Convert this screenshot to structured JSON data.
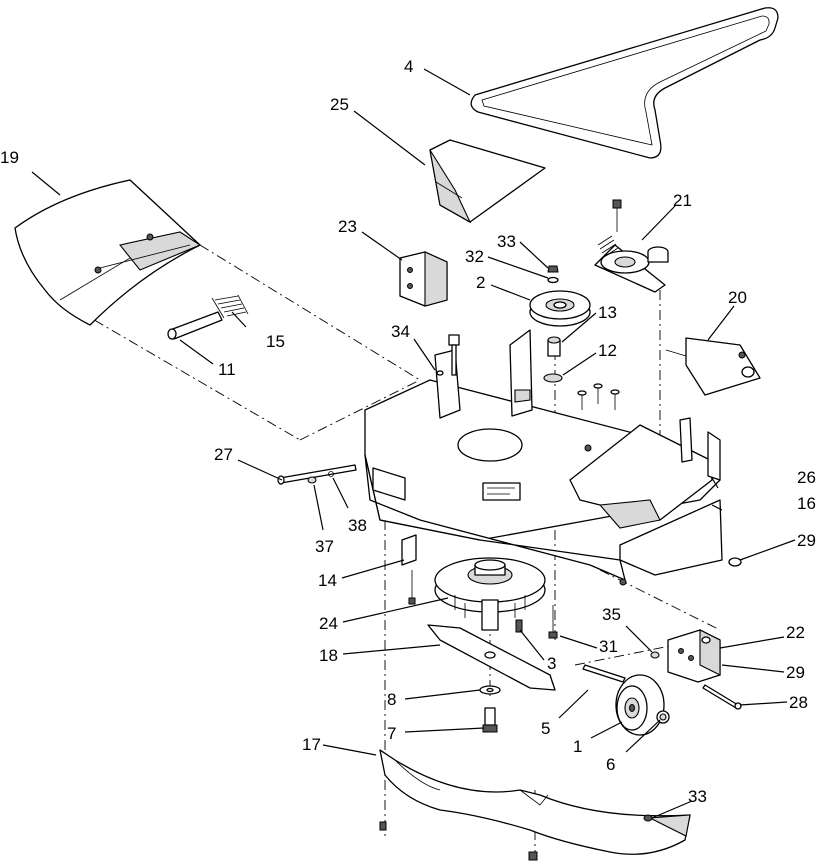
{
  "callouts": [
    {
      "id": "c1",
      "text": "1"
    },
    {
      "id": "c2",
      "text": "2"
    },
    {
      "id": "c3",
      "text": "3"
    },
    {
      "id": "c4",
      "text": "4"
    },
    {
      "id": "c5",
      "text": "5"
    },
    {
      "id": "c6",
      "text": "6"
    },
    {
      "id": "c7",
      "text": "7"
    },
    {
      "id": "c8",
      "text": "8"
    },
    {
      "id": "c11",
      "text": "11"
    },
    {
      "id": "c12",
      "text": "12"
    },
    {
      "id": "c13",
      "text": "13"
    },
    {
      "id": "c14",
      "text": "14"
    },
    {
      "id": "c15",
      "text": "15"
    },
    {
      "id": "c16",
      "text": "16"
    },
    {
      "id": "c17",
      "text": "17"
    },
    {
      "id": "c18",
      "text": "18"
    },
    {
      "id": "c19",
      "text": "19"
    },
    {
      "id": "c20",
      "text": "20"
    },
    {
      "id": "c21",
      "text": "21"
    },
    {
      "id": "c22",
      "text": "22"
    },
    {
      "id": "c23",
      "text": "23"
    },
    {
      "id": "c24",
      "text": "24"
    },
    {
      "id": "c25",
      "text": "25"
    },
    {
      "id": "c26",
      "text": "26"
    },
    {
      "id": "c27",
      "text": "27"
    },
    {
      "id": "c28",
      "text": "28"
    },
    {
      "id": "c29a",
      "text": "29"
    },
    {
      "id": "c29b",
      "text": "29"
    },
    {
      "id": "c31",
      "text": "31"
    },
    {
      "id": "c32",
      "text": "32"
    },
    {
      "id": "c33a",
      "text": "33"
    },
    {
      "id": "c33b",
      "text": "33"
    },
    {
      "id": "c34",
      "text": "34"
    },
    {
      "id": "c35",
      "text": "35"
    },
    {
      "id": "c37",
      "text": "37"
    },
    {
      "id": "c38",
      "text": "38"
    }
  ],
  "colors": {
    "line": "#000000",
    "shade": "#d9d9d9",
    "background": "#ffffff"
  }
}
